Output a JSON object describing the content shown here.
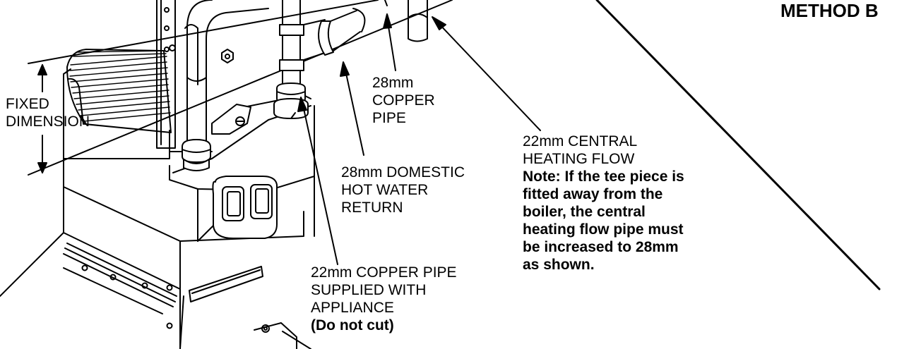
{
  "title": "METHOD B",
  "labels": {
    "fixed_dimension": [
      "FIXED",
      "DIMENSION"
    ],
    "copper_pipe_28": [
      "28mm",
      "COPPER",
      "PIPE"
    ],
    "domestic_hot_water_return": [
      "28mm DOMESTIC",
      "HOT WATER",
      "RETURN"
    ],
    "copper_pipe_22": [
      "22mm COPPER PIPE",
      "SUPPLIED WITH",
      "APPLIANCE"
    ],
    "do_not_cut": "(Do not cut)",
    "central_heating_flow": [
      "22mm CENTRAL",
      "HEATING FLOW"
    ],
    "note": [
      "Note: If the tee piece is",
      "fitted away from the",
      "boiler, the central",
      "heating flow pipe must",
      "be increased to 28mm",
      "as shown."
    ]
  }
}
